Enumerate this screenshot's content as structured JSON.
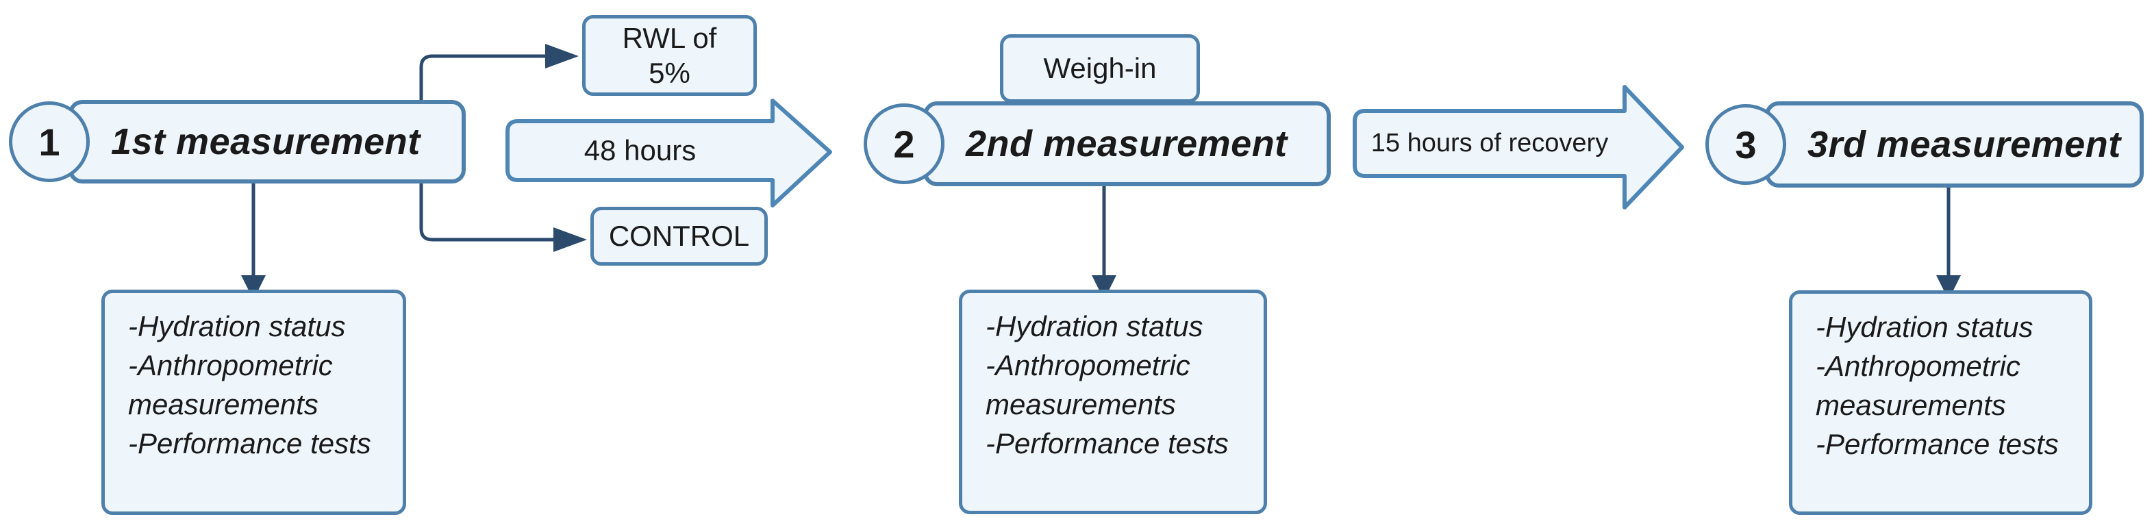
{
  "diagram": {
    "title_semantic": "weight-loss study design flowchart",
    "stages": [
      {
        "number": "1",
        "label": "1st measurement",
        "details": [
          "-Hydration status",
          "-Anthropometric measurements",
          "-Performance tests"
        ]
      },
      {
        "number": "2",
        "label": "2nd measurement",
        "details": [
          "-Hydration status",
          "-Anthropometric measurements",
          "-Performance tests"
        ]
      },
      {
        "number": "3",
        "label": "3rd measurement",
        "details": [
          "-Hydration status",
          "-Anthropometric measurements",
          "-Performance tests"
        ]
      }
    ],
    "branch_boxes": {
      "top": "RWL of 5%",
      "bottom": "CONTROL"
    },
    "weigh_in_label": "Weigh-in",
    "transition_arrows": {
      "first": "48 hours",
      "second": "15 hours of recovery"
    },
    "colors": {
      "box_border": "#4e80ac",
      "box_fill": "#eef5fb",
      "connector_line": "#2b4a6c",
      "text": "#1a1a1a"
    }
  }
}
